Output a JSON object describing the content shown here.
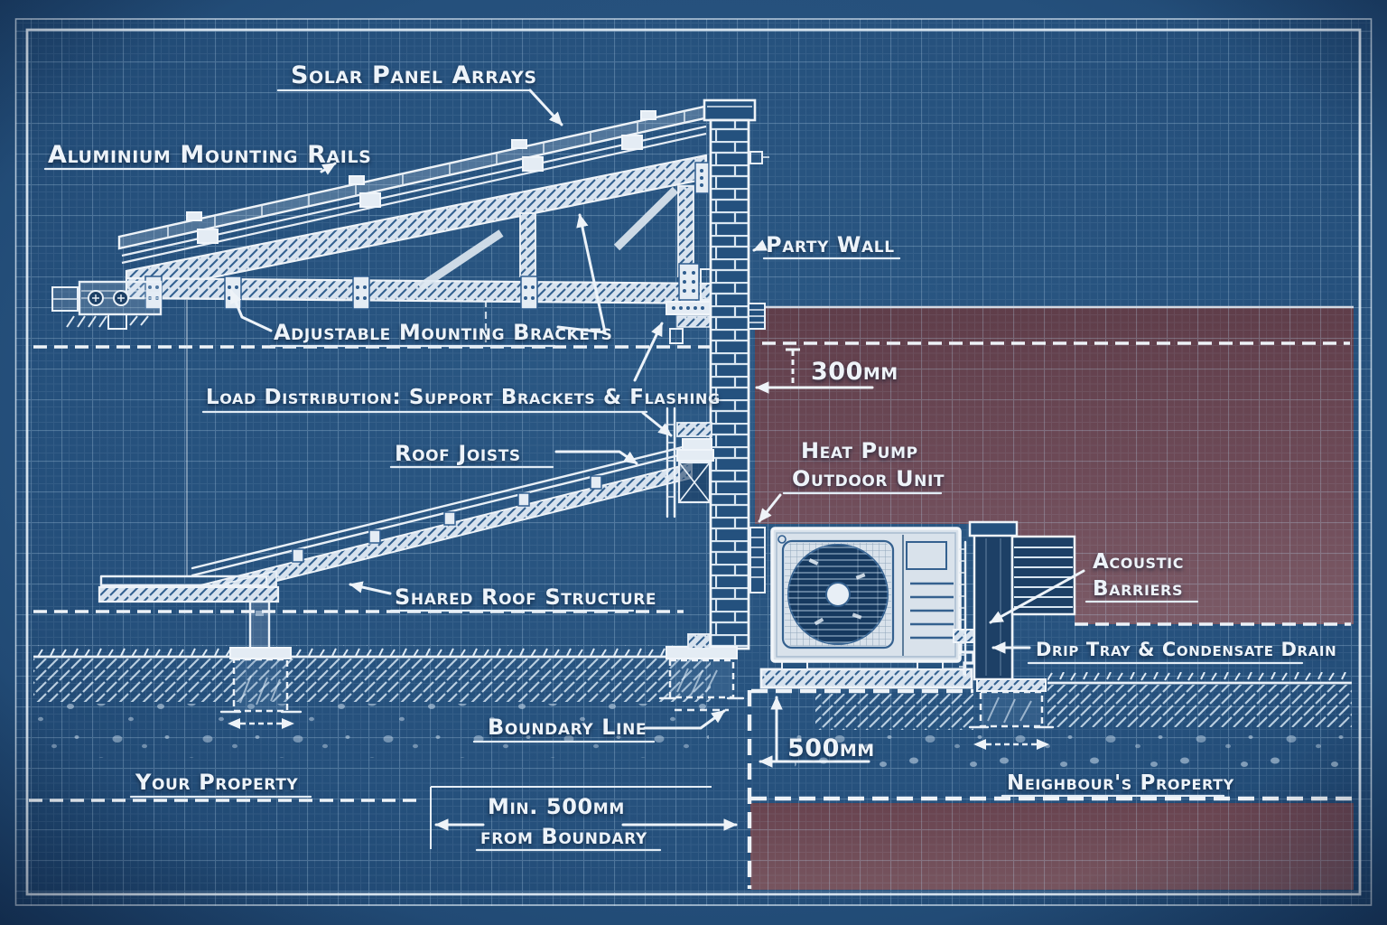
{
  "labels": {
    "solar_panel_arrays": "Solar Panel Arrays",
    "aluminium_mounting_rails": "Aluminium Mounting Rails",
    "adjustable_mounting_brackets": "Adjustable Mounting Brackets",
    "load_distribution": "Load Distribution: Support Brackets & Flashing",
    "roof_joists": "Roof Joists",
    "party_wall": "Party Wall",
    "heat_pump_line1": "Heat Pump",
    "heat_pump_line2": "Outdoor Unit",
    "shared_roof_structure": "Shared Roof Structure",
    "acoustic_barriers_line1": "Acoustic",
    "acoustic_barriers_line2": "Barriers",
    "drip_tray": "Drip Tray & Condensate Drain",
    "boundary_line": "Boundary Line",
    "your_property": "Your Property",
    "neighbours_property": "Neighbour's Property",
    "min_clearance_line1": "Min. 500mm",
    "min_clearance_line2": "from Boundary"
  },
  "dimensions": {
    "wall_offset": "300mm",
    "boundary_clearance": "500mm"
  },
  "colors": {
    "blueprint_blue": "#27537f",
    "neighbour_red": "#6b4752",
    "ink_white": "#eef3f8",
    "grid_line": "#a9c6e0"
  }
}
